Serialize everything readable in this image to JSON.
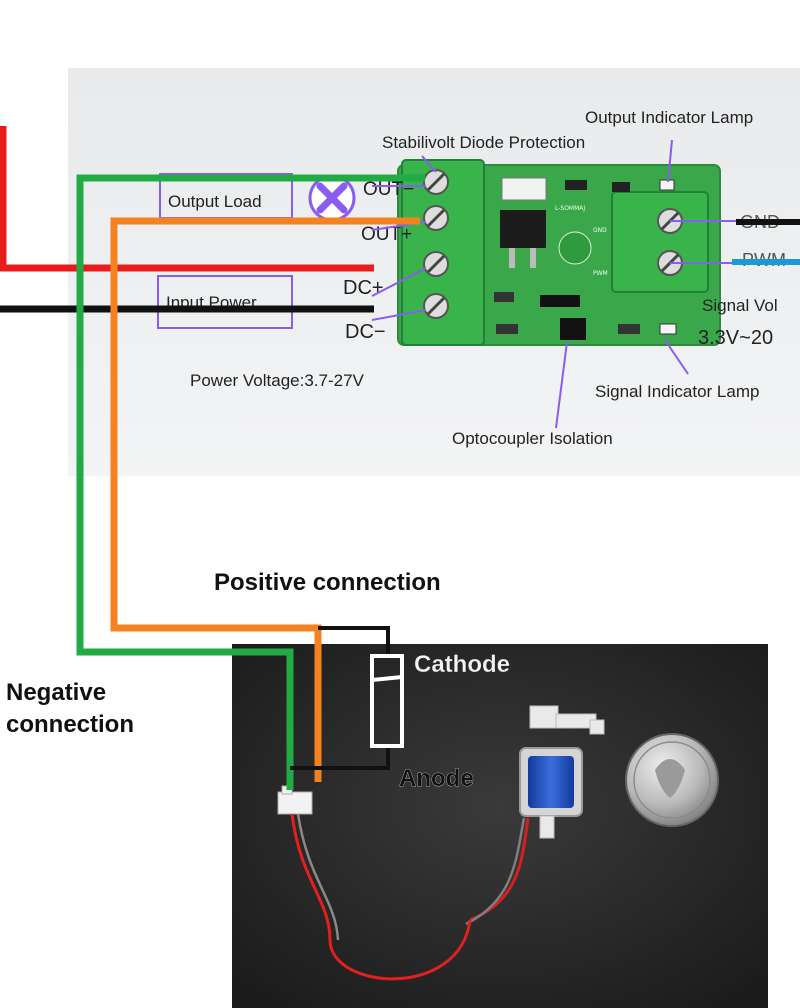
{
  "board": {
    "output_indicator_lamp": "Output Indicator Lamp",
    "stabilivolt_protection": "Stabilivolt Diode Protection",
    "output_load": "Output Load",
    "input_power": "Input Power",
    "terminal_out_minus": "OUT−",
    "terminal_out_plus": "OUT+",
    "terminal_dc_plus": "DC+",
    "terminal_dc_minus": "DC−",
    "power_voltage": "Power Voltage:3.7-27V",
    "signal_voltage": "Signal Vol",
    "signal_voltage_range": "3.3V~20",
    "signal_indicator_lamp": "Signal Indicator Lamp",
    "optocoupler_isolation": "Optocoupler Isolation",
    "gnd_cut": "GND",
    "pwm_cut": "PWM",
    "chip_label": "L-SOMMAJ",
    "pad_gnd": "GND",
    "pad_pwm": "PWM"
  },
  "annotations": {
    "positive_connection": "Positive connection",
    "negative_connection_line1": "Negative",
    "negative_connection_line2": "connection",
    "cathode": "Cathode",
    "anode": "Anode"
  },
  "colors": {
    "green_wire": "#22aa44",
    "orange_wire": "#f58220",
    "red_wire": "#e81c1c",
    "black_wire": "#111111",
    "blue_wire": "#1a9ad6",
    "purple_annotation": "#8a5cf0",
    "pcb_green": "#3aa84a",
    "terminal_green": "#39b44a"
  },
  "icons": {
    "diode_symbol": "diode-outline-icon",
    "no_polarity_marker": "x-circle-icon",
    "coin": "quarter-coin",
    "valve": "solenoid-valve"
  }
}
